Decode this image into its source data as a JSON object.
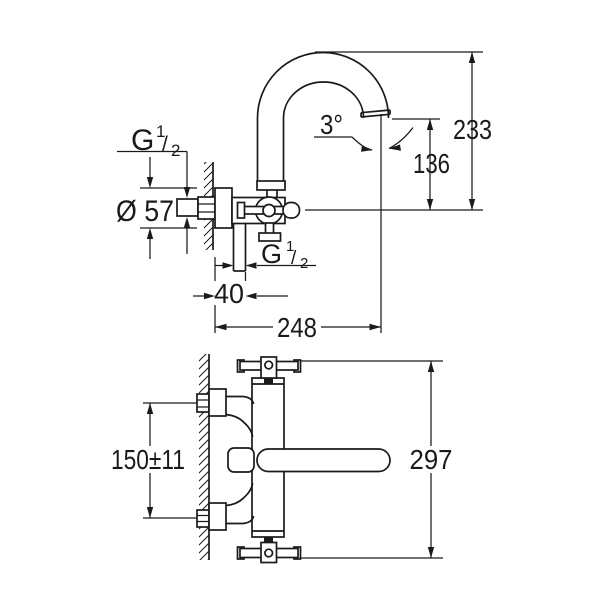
{
  "drawing": {
    "title": "Wall-mounted bath mixer tap - dimensional technical drawing",
    "background": "#ffffff",
    "line_color": "#1a1a1a",
    "views": {
      "side": {
        "name": "side-profile-view-with-gooseneck-spout",
        "labels": {
          "thread_top": {
            "letter": "G",
            "numerator": "1",
            "slash": "/",
            "denominator": "2"
          },
          "escutcheon_diameter": "Ø 57",
          "spout_angle": "3°",
          "spout_outlet_height": "136",
          "overall_height": "233",
          "thread_bottom": {
            "letter": "G",
            "numerator": "1",
            "slash": "/",
            "denominator": "2"
          },
          "outlet_wall_offset": "40",
          "spout_reach": "248"
        }
      },
      "front": {
        "name": "front-view-wall-mounted-body",
        "labels": {
          "connection_spacing": "150±11",
          "overall_width": "297"
        }
      }
    }
  }
}
